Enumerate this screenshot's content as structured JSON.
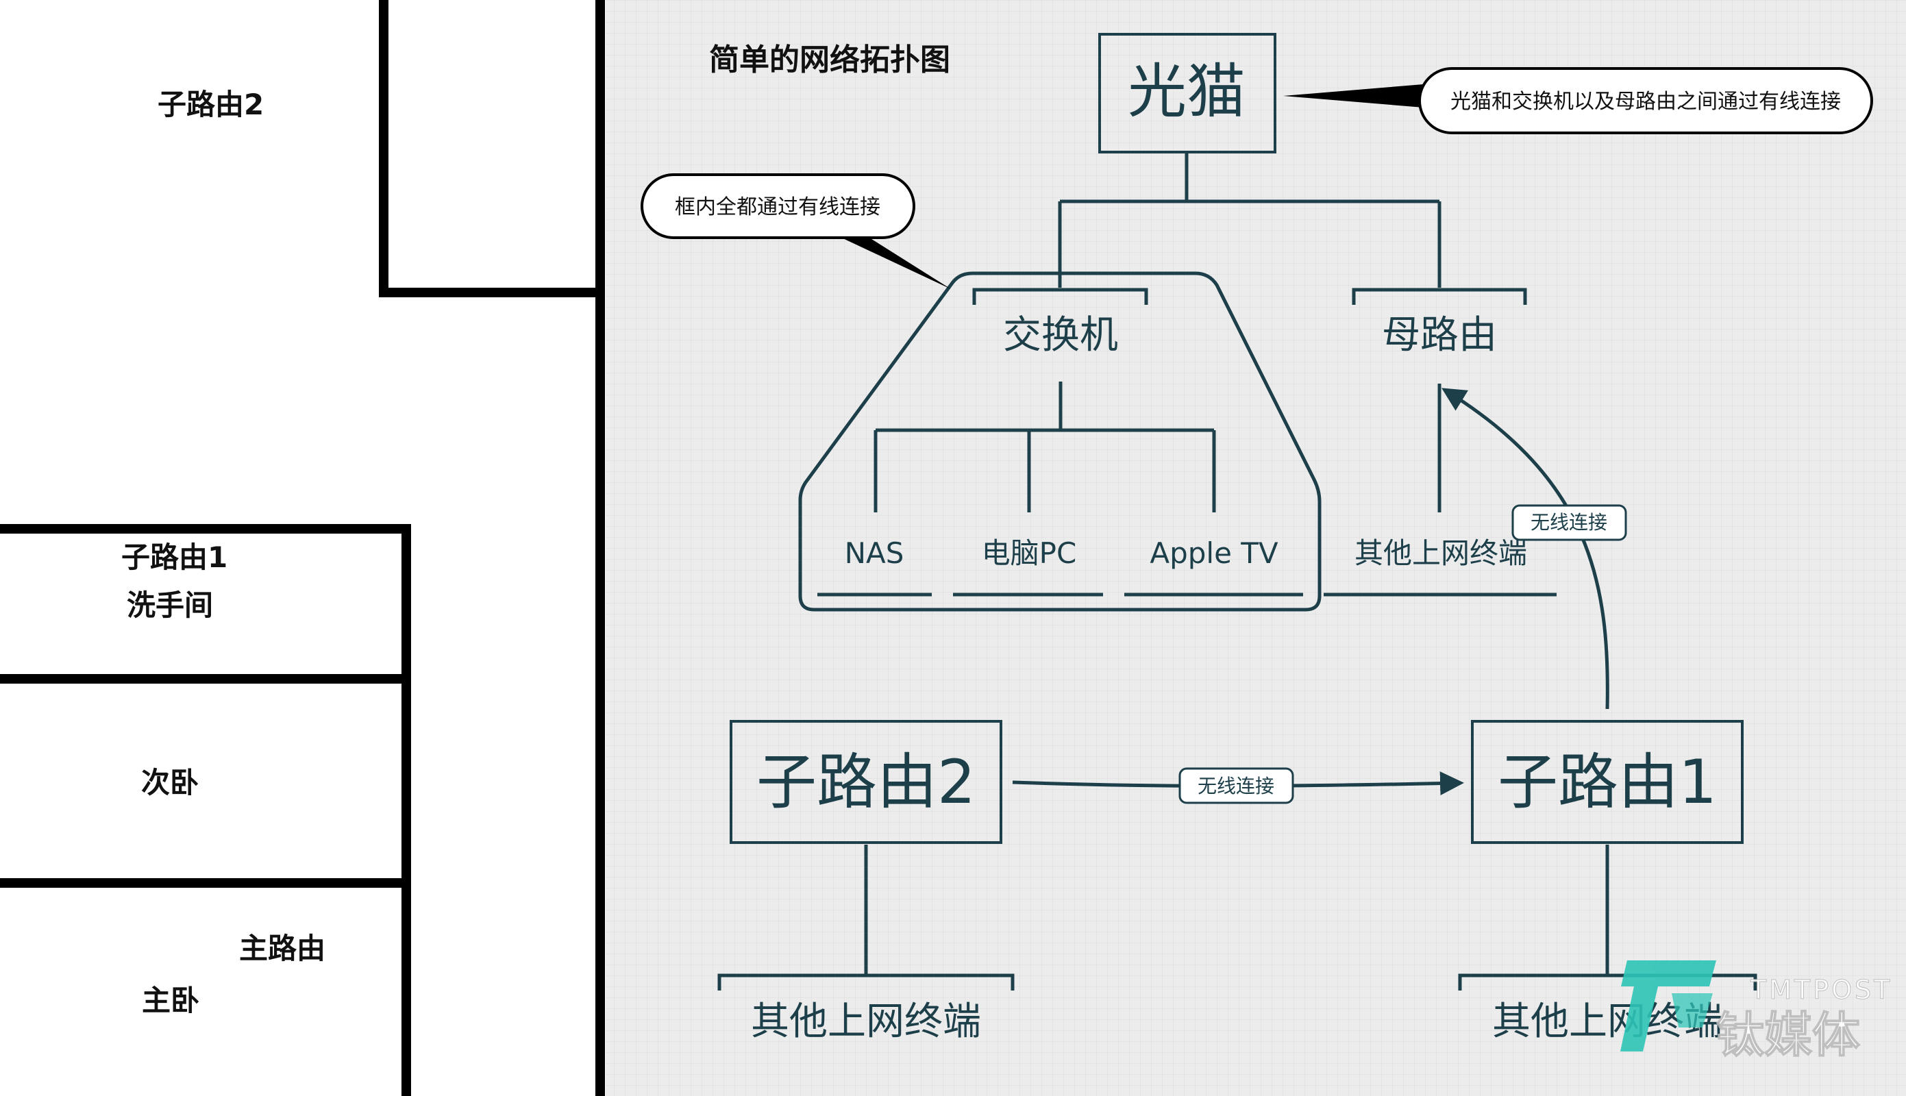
{
  "floorplan": {
    "rooms": {
      "sub_router2_room": "子路由2",
      "sub_router1": "子路由1",
      "bathroom": "洗手间",
      "second_bedroom": "次卧",
      "main_router": "主路由",
      "master_bedroom": "主卧"
    }
  },
  "diagram": {
    "title": "简单的网络拓扑图",
    "nodes": {
      "optical_modem": "光猫",
      "switch": "交换机",
      "main_router": "母路由",
      "nas": "NAS",
      "pc": "电脑PC",
      "apple_tv": "Apple TV",
      "other_devices_main": "其他上网终端",
      "sub_router2": "子路由2",
      "sub_router1": "子路由1",
      "other_devices_sub2": "其他上网终端",
      "other_devices_sub1": "其他上网终端"
    },
    "callouts": {
      "modem_note": "光猫和交换机以及母路由之间通过有线连接",
      "box_note": "框内全都通过有线连接"
    },
    "edge_labels": {
      "wireless_sub1_to_main": "无线连接",
      "wireless_sub2_to_sub1": "无线连接"
    },
    "colors": {
      "line": "#1d3f4a",
      "text": "#1d3f4a",
      "background": "#ececec"
    }
  },
  "watermark": {
    "latin": "TMTPOST",
    "cn": "钛媒体"
  }
}
